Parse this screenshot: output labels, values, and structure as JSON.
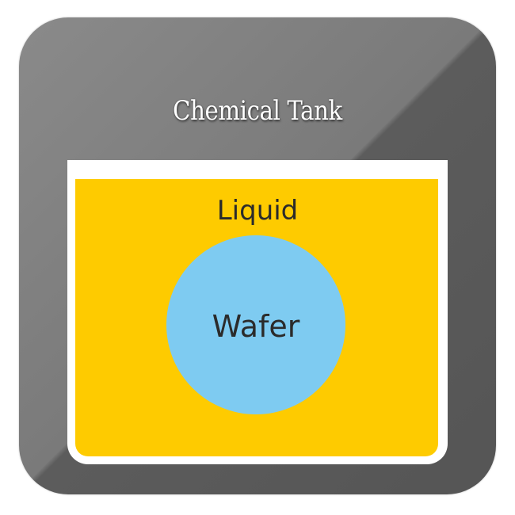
{
  "diagram": {
    "title": "Chemical Tank",
    "liquid_label": "Liquid",
    "wafer_label": "Wafer"
  },
  "colors": {
    "tile_light": "#8a8a8a",
    "tile_dark": "#555555",
    "tank_wall": "#ffffff",
    "liquid": "#fecb00",
    "wafer": "#7ecbf1",
    "title_text": "#ffffff",
    "label_text": "#2b2b2b"
  }
}
